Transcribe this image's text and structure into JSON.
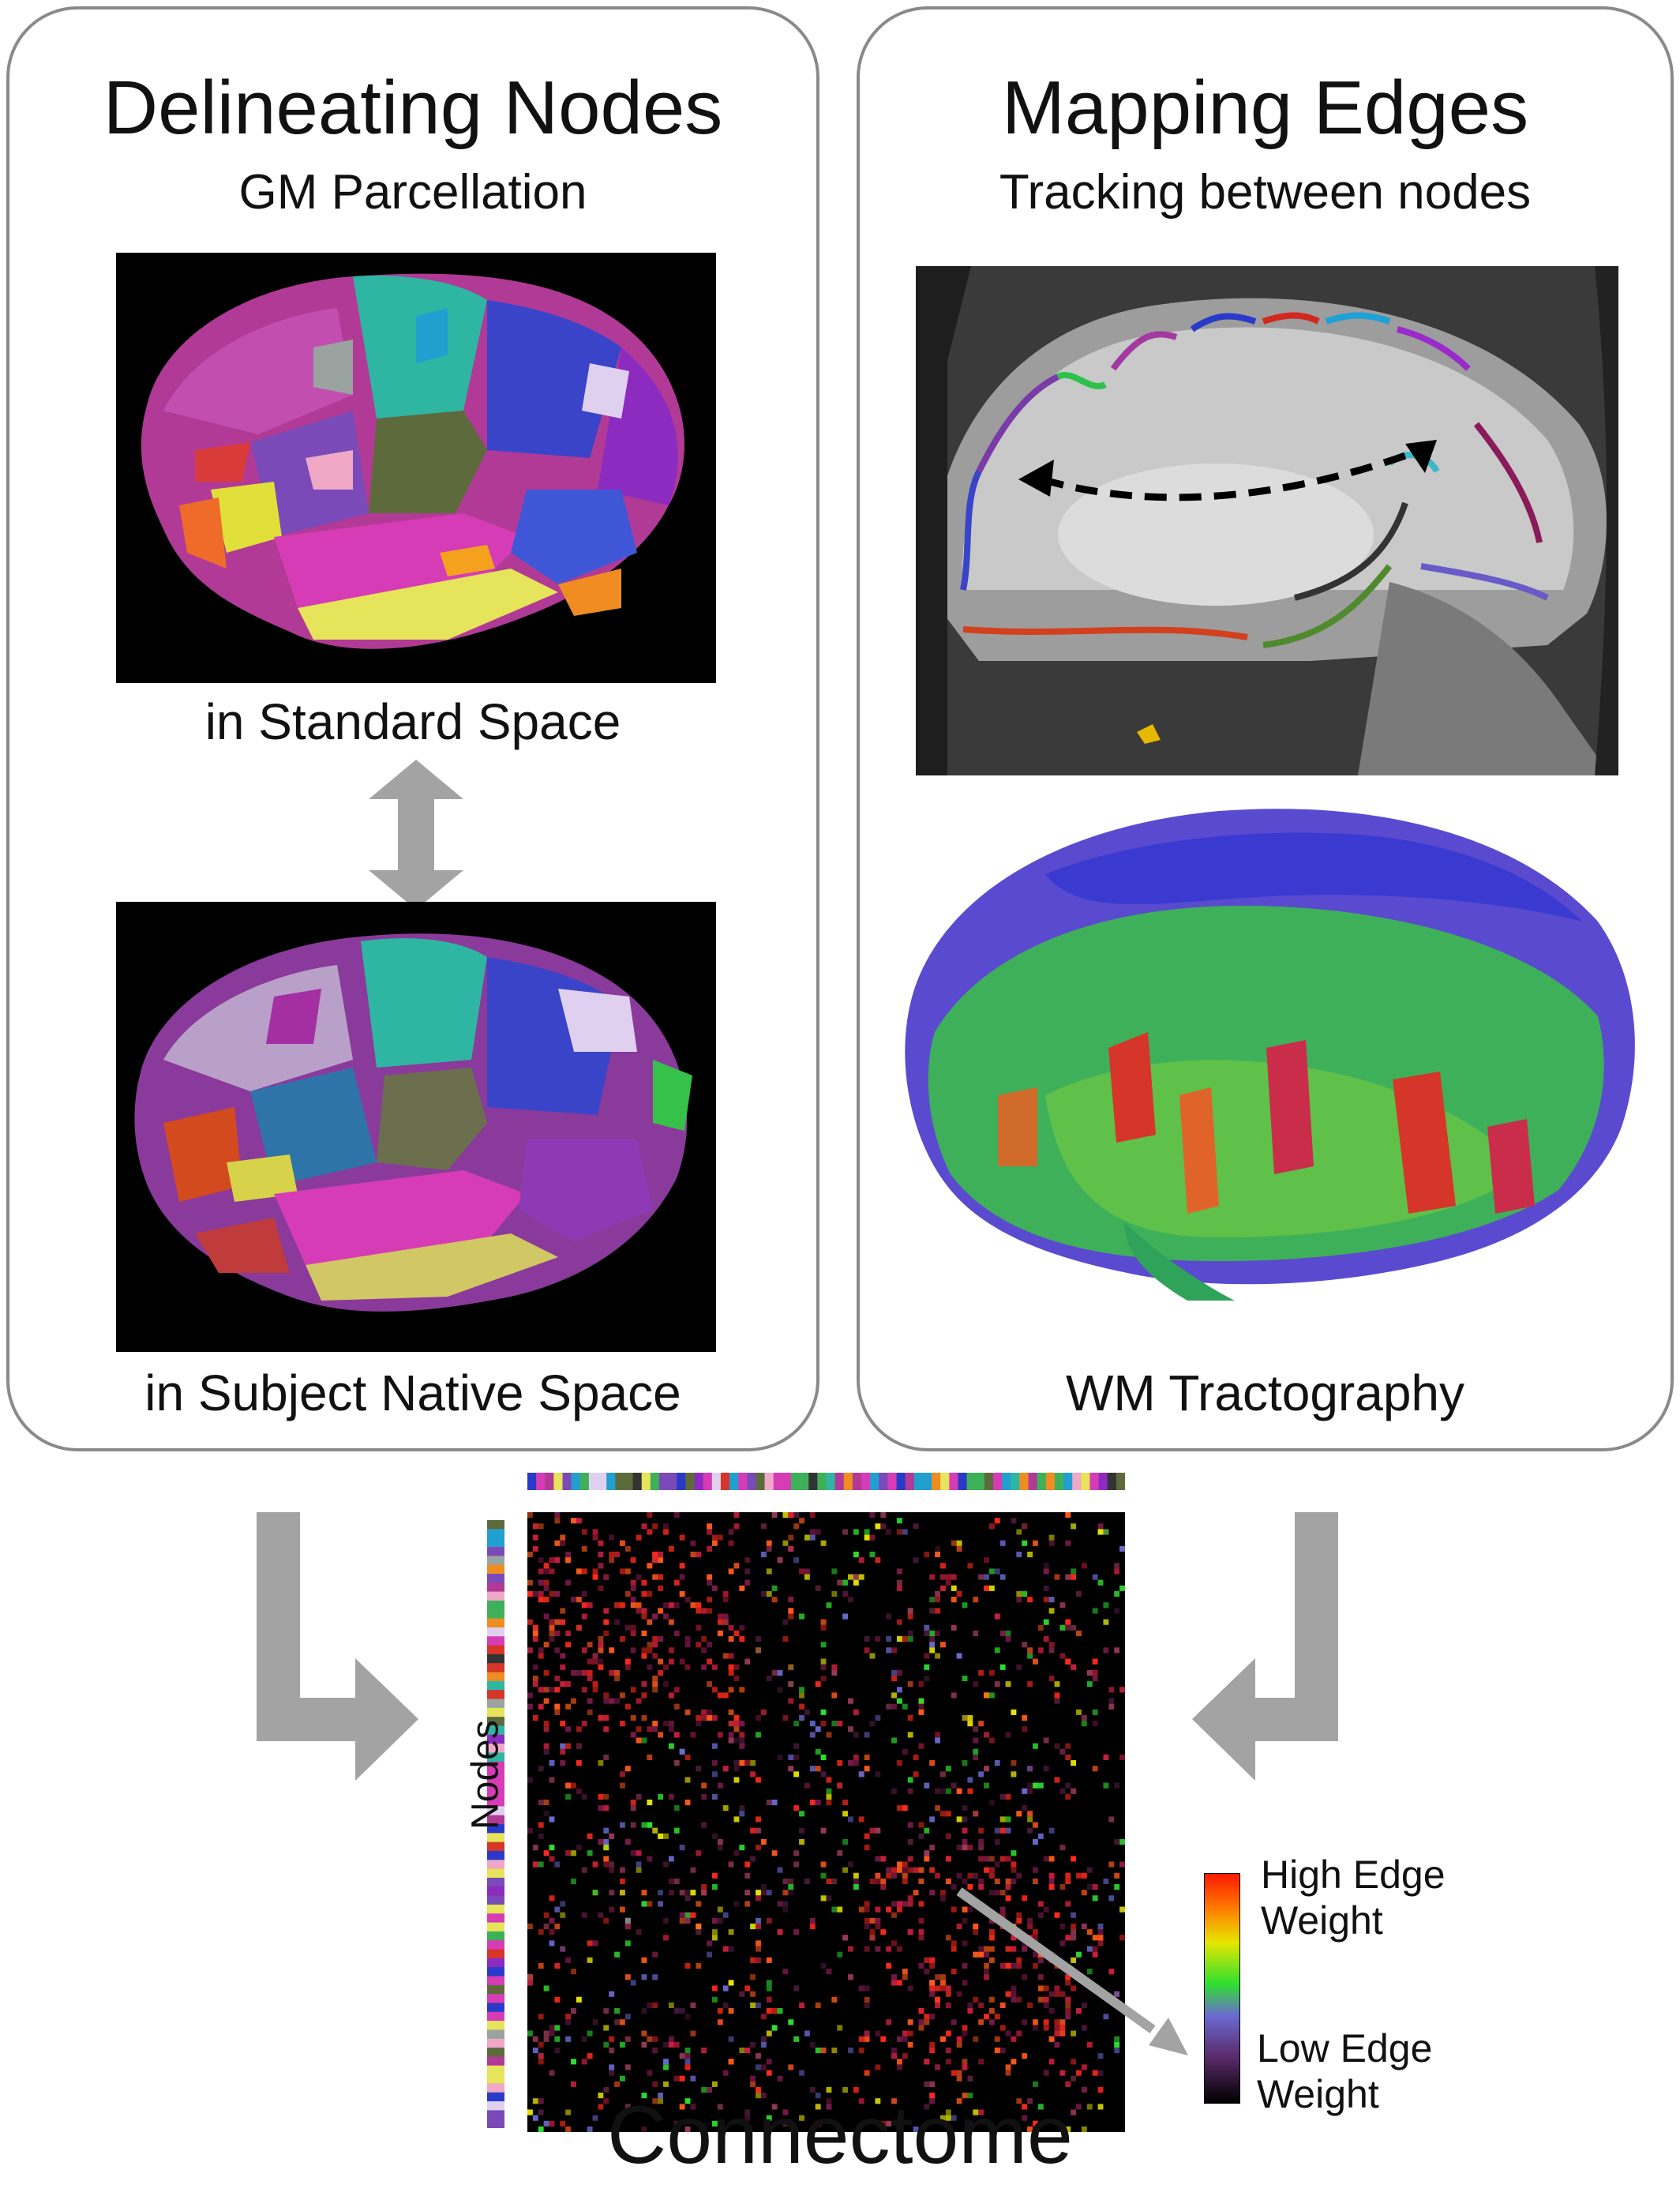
{
  "left_panel": {
    "title": "Delineating Nodes",
    "subtitle": "GM Parcellation",
    "caption_standard": "in Standard Space",
    "caption_native": "in Subject Native Space"
  },
  "right_panel": {
    "title": "Mapping Edges",
    "subtitle": "Tracking between nodes",
    "caption_tractography": "WM Tractography"
  },
  "connectome": {
    "title": "Connectome",
    "axis_label": "Nodes",
    "colorbar_high": "High Edge Weight",
    "colorbar_low": "Low Edge Weight"
  },
  "colors": {
    "panel_border": "#8a8a8a",
    "arrow_gray": "#a3a3a3",
    "background": "#000000"
  }
}
